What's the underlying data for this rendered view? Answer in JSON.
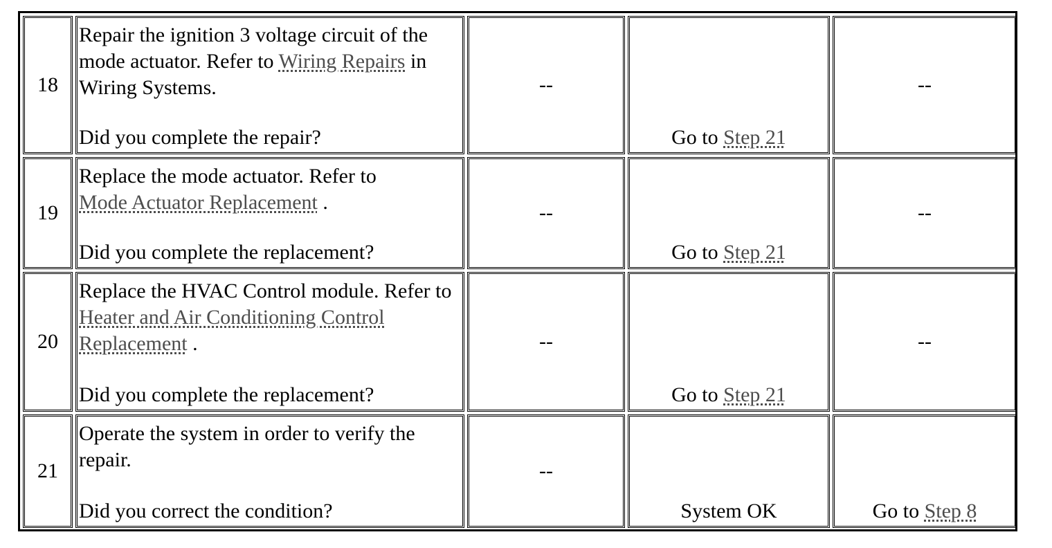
{
  "rows": [
    {
      "step": "18",
      "instruction_pre": "Repair the ignition 3 voltage circuit of the mode actuator. Refer to ",
      "instruction_link": "Wiring Repairs",
      "instruction_post": " in Wiring Systems.",
      "question": "Did you complete the repair?",
      "value": "--",
      "yes_prefix": "Go to ",
      "yes_link": "Step 21",
      "no_text": "--"
    },
    {
      "step": "19",
      "instruction_pre": "Replace the mode actuator. Refer to ",
      "instruction_link": "Mode Actuator Replacement",
      "instruction_post": " .",
      "question": "Did you complete the replacement?",
      "value": "--",
      "yes_prefix": "Go to ",
      "yes_link": "Step 21",
      "no_text": "--"
    },
    {
      "step": "20",
      "instruction_pre": "Replace the HVAC Control module. Refer to ",
      "instruction_link": "Heater and Air Conditioning Control Replacement",
      "instruction_post": " .",
      "question": "Did you complete the replacement?",
      "value": "--",
      "yes_prefix": "Go to ",
      "yes_link": "Step 21",
      "no_text": "--"
    },
    {
      "step": "21",
      "instruction_pre": "Operate the system in order to verify the repair.",
      "question": "Did you correct the condition?",
      "value": "--",
      "yes_text": "System OK",
      "no_prefix": "Go to ",
      "no_link": "Step 8"
    }
  ]
}
